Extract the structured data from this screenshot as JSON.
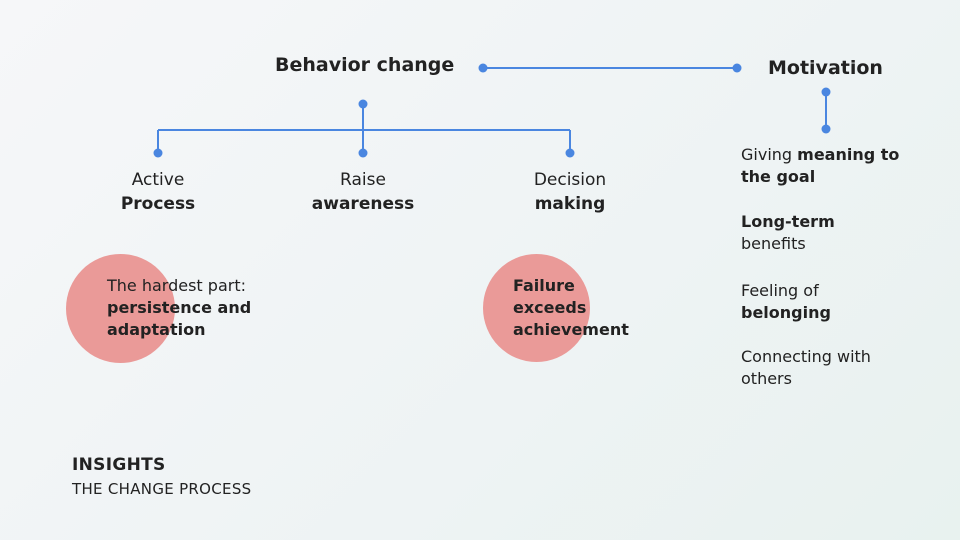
{
  "colors": {
    "line": "#4a86e0",
    "circle": "#ea9a98",
    "text": "#222222"
  },
  "root": {
    "title": "Behavior change"
  },
  "motivation": {
    "title": "Motivation",
    "items": [
      {
        "pre": "Giving ",
        "bold": "meaning to the goal",
        "post": ""
      },
      {
        "pre": "",
        "bold": "Long-term",
        "post": " benefits"
      },
      {
        "pre": "Feeling of ",
        "bold": "belonging",
        "post": ""
      },
      {
        "pre": "Connecting with others",
        "bold": "",
        "post": ""
      }
    ]
  },
  "branches": [
    {
      "line1": "Active",
      "line2": "Process"
    },
    {
      "line1": "Raise",
      "line2": "awareness"
    },
    {
      "line1": "Decision",
      "line2": "making"
    }
  ],
  "callouts": {
    "hardest": {
      "pre": "The hardest part:",
      "bold": "persistence and adaptation"
    },
    "failure": {
      "bold": "Failure exceeds achievement"
    }
  },
  "footer": {
    "title": "INSIGHTS",
    "subtitle": "THE CHANGE PROCESS"
  }
}
